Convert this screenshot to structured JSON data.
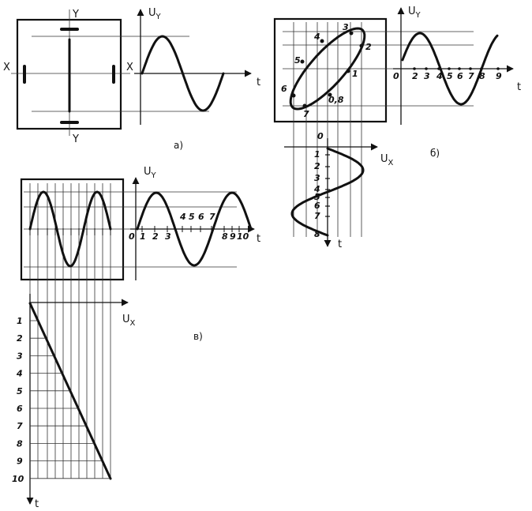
{
  "panel_a": {
    "label": "а)",
    "plate_y_top": "Y",
    "plate_y_bottom": "Y",
    "plate_x_left": "X",
    "plate_x_right": "X",
    "axis_y": "U",
    "axis_y_sub": "Y",
    "axis_t": "t"
  },
  "panel_b": {
    "label": "б)",
    "axis_y": "U",
    "axis_y_sub": "Y",
    "axis_t": "t",
    "axis_x": "U",
    "axis_x_sub": "X",
    "axis_t2": "t",
    "ellipse_points": [
      "3",
      "2",
      "4",
      "5",
      "1",
      "6",
      "0,8",
      "7"
    ],
    "time_labels": [
      "0",
      "2",
      "3",
      "4",
      "5",
      "6",
      "7",
      "8",
      "9"
    ],
    "x_time_labels": [
      "0",
      "1",
      "2",
      "3",
      "4",
      "5",
      "6",
      "7",
      "8"
    ]
  },
  "panel_v": {
    "label": "в)",
    "axis_y": "U",
    "axis_y_sub": "Y",
    "axis_t": "t",
    "axis_x": "U",
    "axis_x_sub": "X",
    "axis_t2": "t",
    "time_labels": [
      "0",
      "1",
      "2",
      "3",
      "4",
      "5",
      "6",
      "7",
      "8",
      "9",
      "10"
    ],
    "sweep_labels": [
      "1",
      "2",
      "3",
      "4",
      "5",
      "6",
      "7",
      "8",
      "9",
      "10"
    ]
  }
}
